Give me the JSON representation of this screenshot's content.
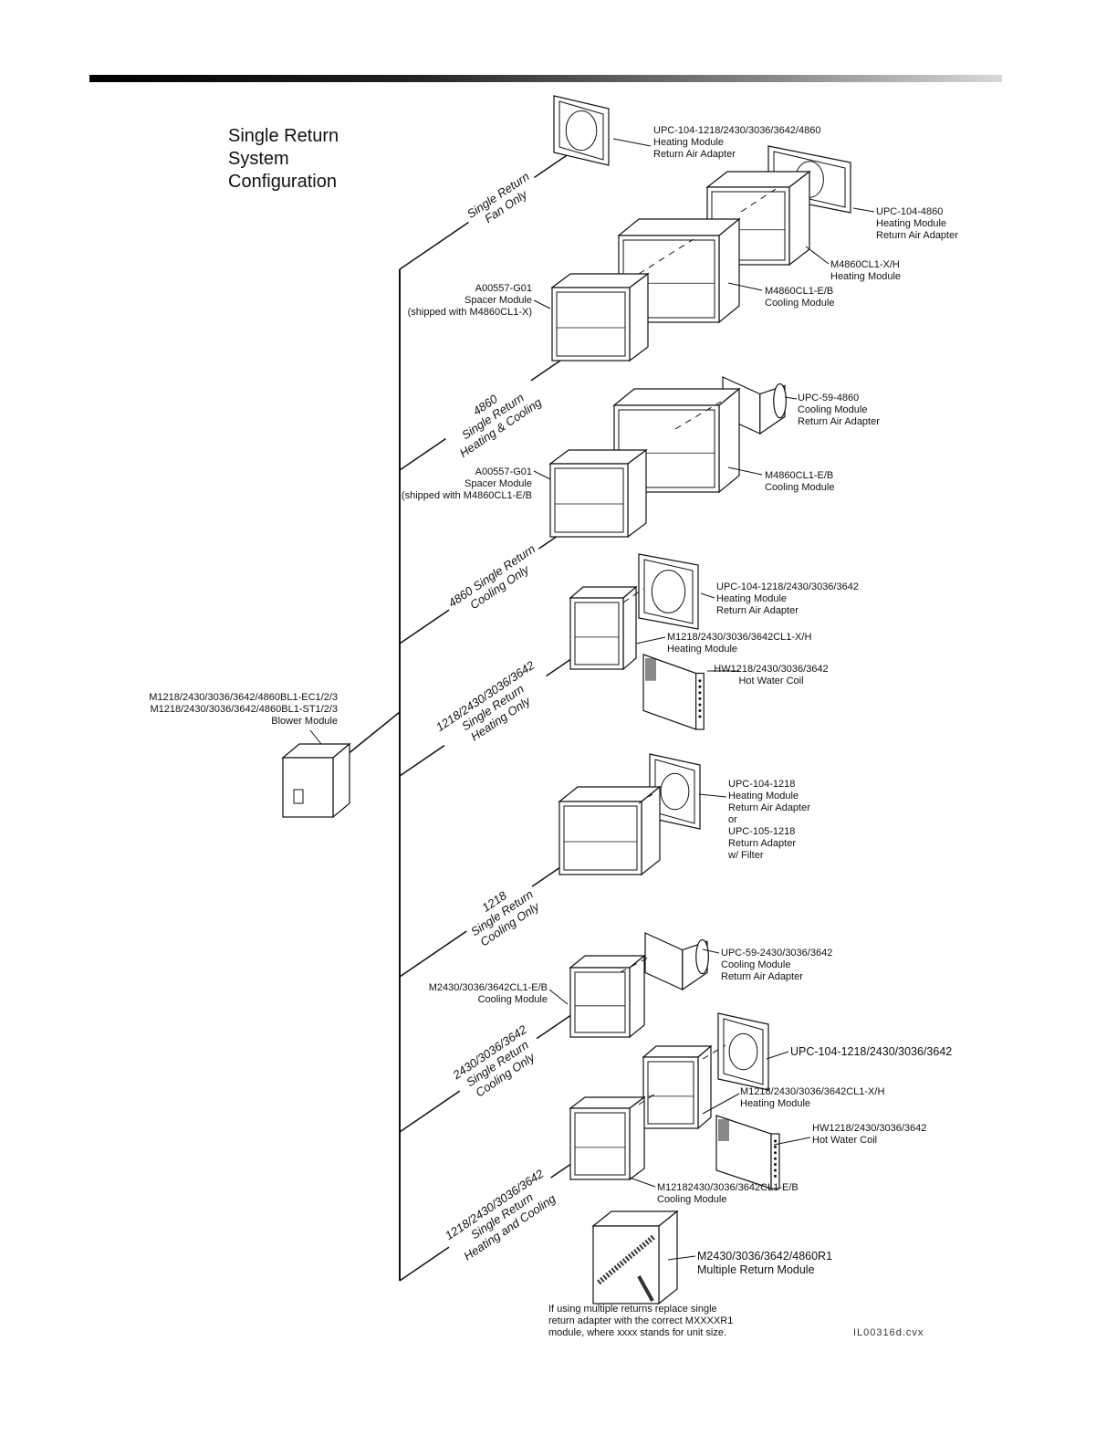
{
  "title": [
    "Single Return",
    "System",
    "Configuration"
  ],
  "branches": [
    {
      "lines": [
        "Single Return",
        "Fan Only"
      ]
    },
    {
      "lines": [
        "4860",
        "Single Return",
        "Heating & Cooling"
      ]
    },
    {
      "lines": [
        "4860 Single Return",
        "Cooling Only"
      ]
    },
    {
      "lines": [
        "1218/2430/3036/3642",
        "Single Return",
        "Heating Only"
      ]
    },
    {
      "lines": [
        "1218",
        "Single Return",
        "Cooling Only"
      ]
    },
    {
      "lines": [
        "2430/3036/3642",
        "Single Return",
        "Cooling Only"
      ]
    },
    {
      "lines": [
        "1218/2430/3036/3642",
        "Single Return",
        "Heating and Cooling"
      ]
    }
  ],
  "blower": [
    "M1218/2430/3036/3642/4860BL1-EC1/2/3",
    "M1218/2430/3036/3642/4860BL1-ST1/2/3",
    "Blower Module"
  ],
  "parts": {
    "p1": [
      "UPC-104-1218/2430/3036/3642/4860",
      "Heating Module",
      "Return Air Adapter"
    ],
    "p2": [
      "UPC-104-4860",
      "Heating Module",
      "Return Air Adapter"
    ],
    "p3": [
      "M4860CL1-X/H",
      "Heating Module"
    ],
    "p4": [
      "M4860CL1-E/B",
      "Cooling Module"
    ],
    "p5": [
      "A00557-G01",
      "Spacer Module",
      "(shipped with M4860CL1-X)"
    ],
    "p6": [
      "UPC-59-4860",
      "Cooling Module",
      "Return Air Adapter"
    ],
    "p7": [
      "M4860CL1-E/B",
      "Cooling Module"
    ],
    "p8": [
      "A00557-G01",
      "Spacer Module",
      "(shipped with M4860CL1-E/B"
    ],
    "p9": [
      "UPC-104-1218/2430/3036/3642",
      "Heating Module",
      "Return Air Adapter"
    ],
    "p10": [
      "M1218/2430/3036/3642CL1-X/H",
      "Heating Module"
    ],
    "p11": [
      "HW1218/2430/3036/3642",
      "Hot Water Coil"
    ],
    "p12": [
      "UPC-104-1218",
      "Heating Module",
      "Return Air Adapter",
      "or",
      "UPC-105-1218",
      "Return Adapter",
      "w/ Filter"
    ],
    "p13": [
      "UPC-59-2430/3036/3642",
      "Cooling Module",
      "Return Air Adapter"
    ],
    "p14": [
      "M2430/3036/3642CL1-E/B",
      "Cooling Module"
    ],
    "p15": [
      "UPC-104-1218/2430/3036/3642"
    ],
    "p16": [
      "M1218/2430/3036/3642CL1-X/H",
      "Heating Module"
    ],
    "p17": [
      "HW1218/2430/3036/3642",
      "Hot Water Coil"
    ],
    "p18": [
      "M12182430/3036/3642CL1-E/B",
      "Cooling Module"
    ],
    "p19": [
      "M2430/3036/3642/4860R1",
      "Multiple Return Module"
    ]
  },
  "note": [
    "If using multiple returns replace single",
    "return adapter with the correct MXXXXR1",
    "module, where xxxx stands for unit size."
  ],
  "file_id": "IL00316d.cvx"
}
